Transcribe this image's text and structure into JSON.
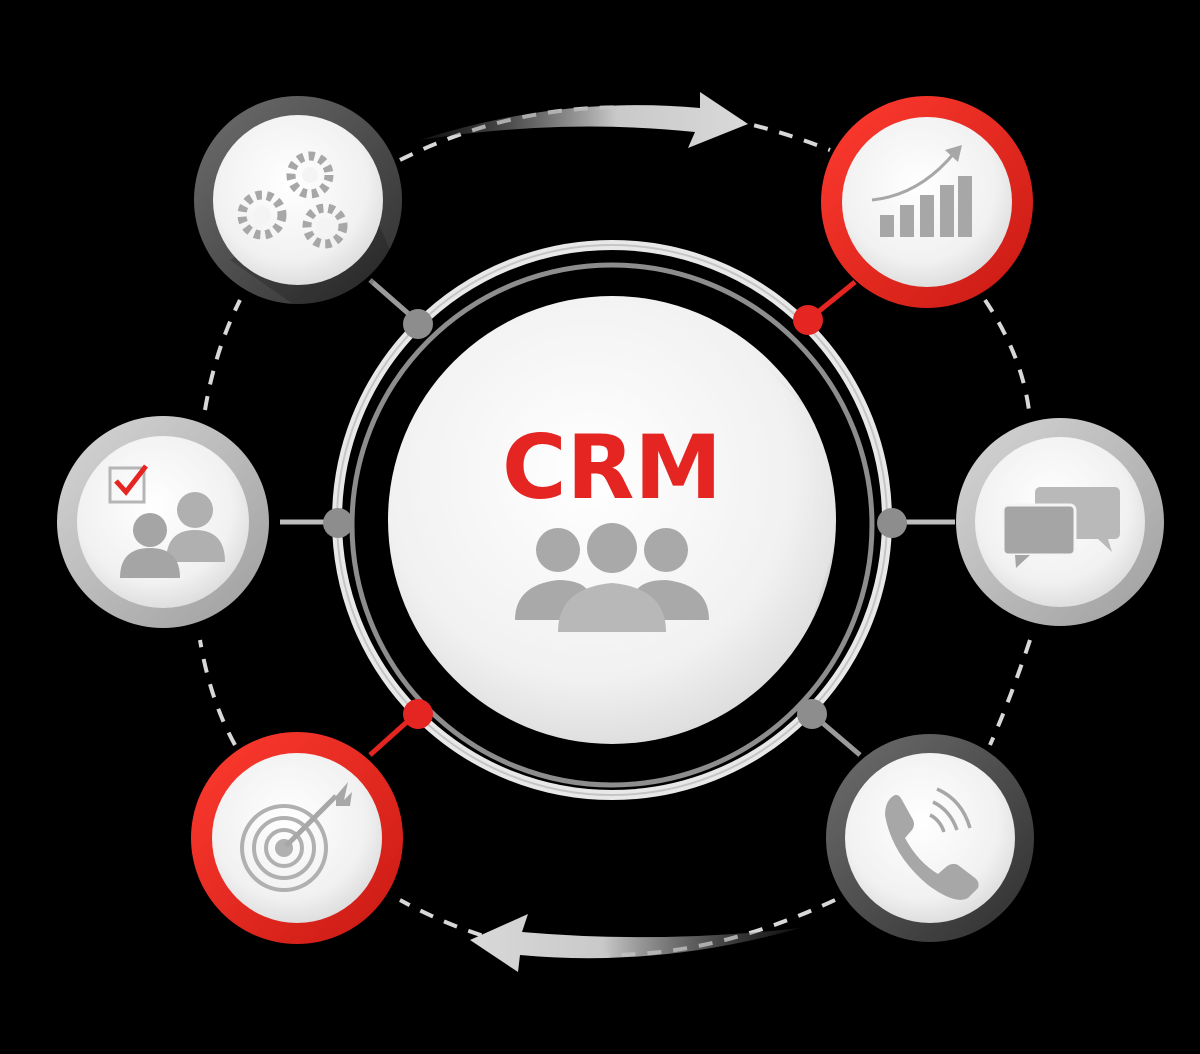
{
  "diagram": {
    "center_label": "CRM",
    "colors": {
      "background": "#000000",
      "accent": "#e52521",
      "gray_ring": "#bdbdbd",
      "dark_ring": "#4a4a4a",
      "icon_gray": "#a7a7a7",
      "disc_white": "#f4f4f4"
    },
    "nodes": [
      {
        "name": "gears",
        "icon": "gears-icon",
        "ring": "dark"
      },
      {
        "name": "growth-chart",
        "icon": "bar-chart-icon",
        "ring": "red"
      },
      {
        "name": "chat",
        "icon": "speech-bubbles-icon",
        "ring": "gray"
      },
      {
        "name": "phone",
        "icon": "phone-icon",
        "ring": "dark"
      },
      {
        "name": "target",
        "icon": "target-icon",
        "ring": "red"
      },
      {
        "name": "customers-check",
        "icon": "customers-checklist-icon",
        "ring": "gray"
      }
    ],
    "center_icon": "people-group-icon",
    "flow_arrows": [
      "clockwise-top",
      "clockwise-bottom"
    ]
  }
}
